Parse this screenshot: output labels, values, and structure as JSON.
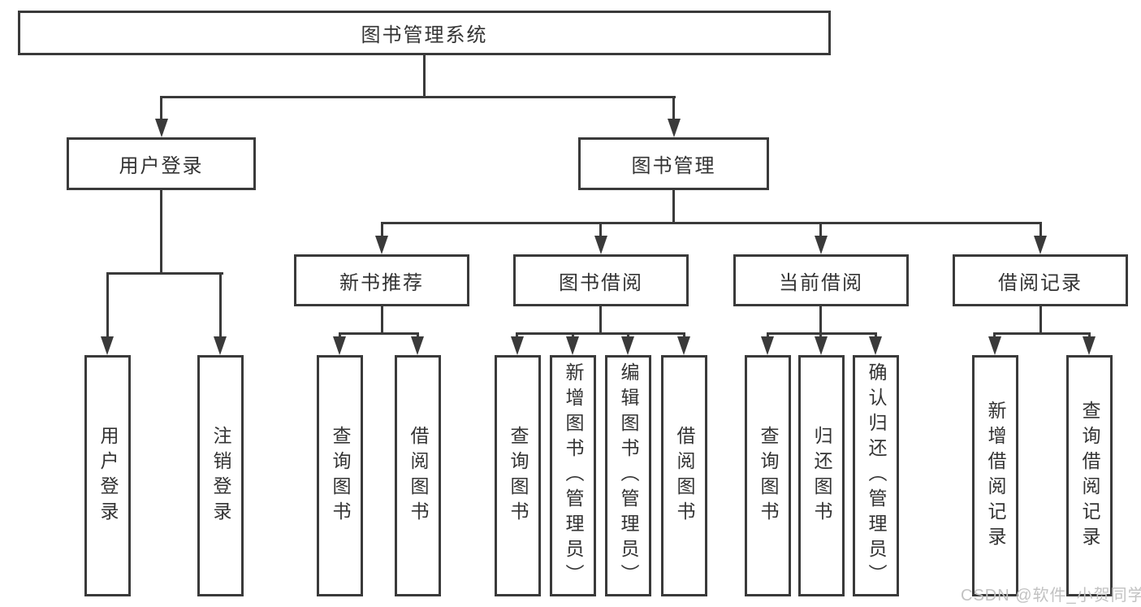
{
  "diagram_type": "hierarchy-tree",
  "tree": {
    "label": "图书管理系统",
    "children": [
      {
        "label": "用户登录",
        "children": [
          {
            "label": "用户登录"
          },
          {
            "label": "注销登录"
          }
        ]
      },
      {
        "label": "图书管理",
        "children": [
          {
            "label": "新书推荐",
            "children": [
              {
                "label": "查询图书"
              },
              {
                "label": "借阅图书"
              }
            ]
          },
          {
            "label": "图书借阅",
            "children": [
              {
                "label": "查询图书"
              },
              {
                "label": "新增图书（管理员）"
              },
              {
                "label": "编辑图书（管理员）"
              },
              {
                "label": "借阅图书"
              }
            ]
          },
          {
            "label": "当前借阅",
            "children": [
              {
                "label": "查询图书"
              },
              {
                "label": "归还图书"
              },
              {
                "label": "确认归还（管理员）"
              }
            ]
          },
          {
            "label": "借阅记录",
            "children": [
              {
                "label": "新增借阅记录"
              },
              {
                "label": "查询借阅记录"
              }
            ]
          }
        ]
      }
    ]
  },
  "watermark": "CSDN @软件_小贺同学",
  "colors": {
    "line": "#3a3a3a",
    "box_border": "#3a3a3a",
    "text": "#333333",
    "watermark": "#c2c2c2",
    "background": "#ffffff"
  }
}
